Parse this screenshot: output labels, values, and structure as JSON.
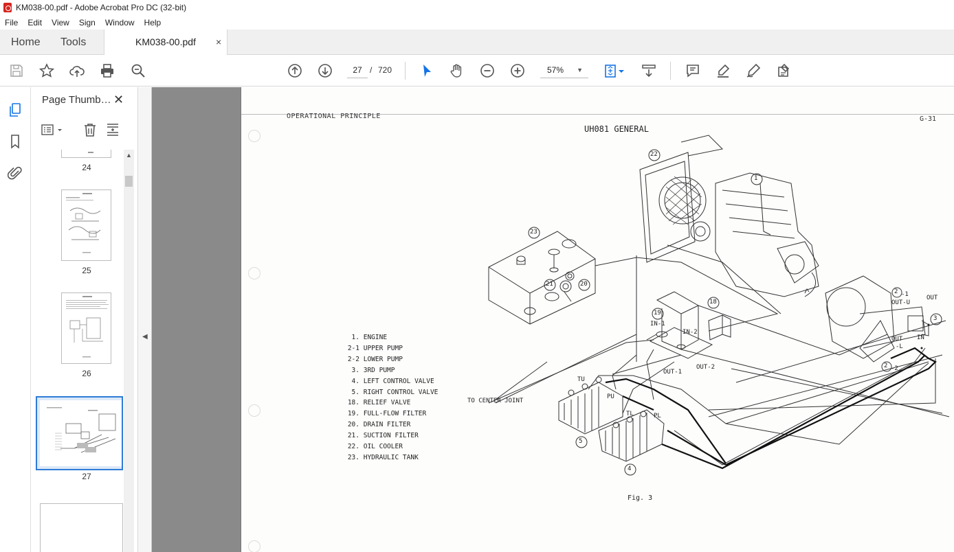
{
  "window": {
    "title": "KM038-00.pdf - Adobe Acrobat Pro DC (32-bit)"
  },
  "menu": {
    "items": [
      "File",
      "Edit",
      "View",
      "Sign",
      "Window",
      "Help"
    ]
  },
  "tabs": {
    "home": "Home",
    "tools": "Tools",
    "document": "KM038-00.pdf",
    "close": "×"
  },
  "toolbar": {
    "current_page": "27",
    "page_separator": "/",
    "total_pages": "720",
    "zoom": "57%"
  },
  "thumbnails_panel": {
    "title": "Page Thumb…",
    "close": "✕",
    "pages": [
      {
        "number": "24"
      },
      {
        "number": "25"
      },
      {
        "number": "26"
      },
      {
        "number": "27",
        "selected": true
      }
    ]
  },
  "document": {
    "header": "OPERATIONAL PRINCIPLE",
    "page_code": "G-31",
    "diagram_title": "UH081 GENERAL",
    "figure_label": "Fig. 3",
    "legend": [
      {
        "num": "1.",
        "text": "ENGINE"
      },
      {
        "num": "2-1",
        "text": "UPPER PUMP"
      },
      {
        "num": "2-2",
        "text": "LOWER PUMP"
      },
      {
        "num": "3.",
        "text": "3RD PUMP"
      },
      {
        "num": "4.",
        "text": "LEFT CONTROL VALVE"
      },
      {
        "num": "5.",
        "text": "RIGHT CONTROL VALVE"
      },
      {
        "num": "18.",
        "text": "RELIEF VALVE"
      },
      {
        "num": "19.",
        "text": "FULL-FLOW FILTER"
      },
      {
        "num": "20.",
        "text": "DRAIN FILTER"
      },
      {
        "num": "21.",
        "text": "SUCTION FILTER"
      },
      {
        "num": "22.",
        "text": "OIL COOLER"
      },
      {
        "num": "23.",
        "text": "HYDRAULIC TANK"
      }
    ],
    "diagram_labels": {
      "in1": "IN-1",
      "in2": "IN-2",
      "out1": "OUT-1",
      "out2": "OUT-2",
      "out_u": "OUT-U",
      "out": "OUT",
      "out_l": "OUT",
      "out_l2": "-L",
      "in": "IN",
      "center_joint": "TO CENTER JOINT",
      "tu": "TU",
      "pu": "PU",
      "tl": "TL",
      "pl": "PL",
      "callouts": [
        "1",
        "2",
        "-1",
        "2",
        "-2",
        "3",
        "4",
        "5",
        "18",
        "19",
        "20",
        "21",
        "22",
        "23"
      ]
    }
  },
  "colors": {
    "accent_blue": "#1473e6",
    "selected_thumb": "#2e7bd6",
    "doc_bg": "#8a8a8a"
  }
}
